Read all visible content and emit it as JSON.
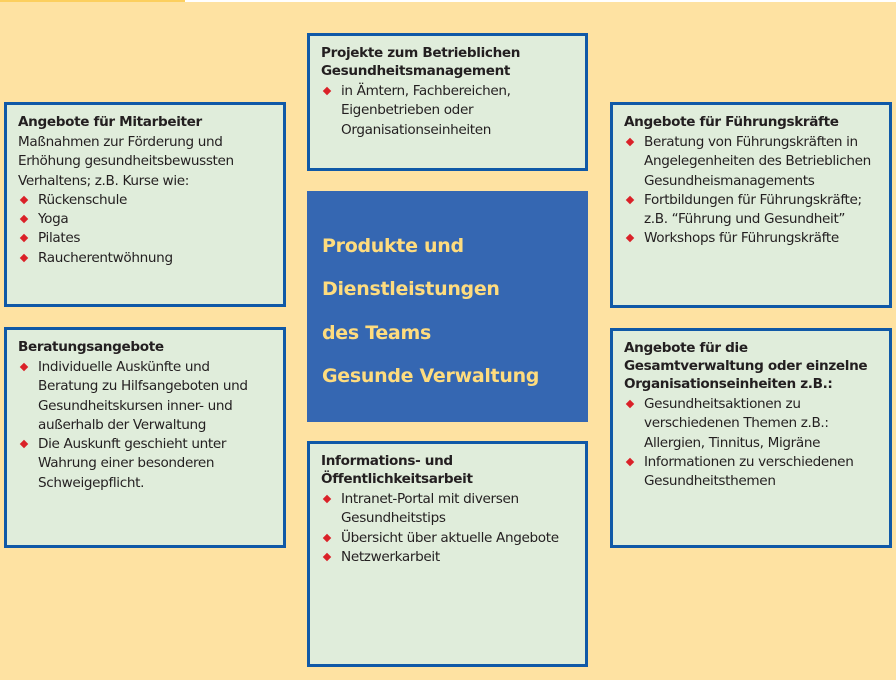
{
  "colors": {
    "background": "#FEE2A2",
    "box_fill": "#E0EDDB",
    "box_border": "#1059A7",
    "center_fill": "#3567B2",
    "center_text": "#FEDC7E",
    "bullet": "#DA2128"
  },
  "center": {
    "lines": [
      "Produkte und",
      "Dienstleistungen",
      "des Teams",
      "Gesunde Verwaltung"
    ]
  },
  "boxes": {
    "mitarbeiter": {
      "title": "Angebote für Mitarbeiter",
      "intro": [
        "Maßnahmen zur Förderung und",
        "Erhöhung gesundheitsbewussten",
        "Verhaltens; z.B. Kurse wie:"
      ],
      "items": [
        "Rückenschule",
        "Yoga",
        "Pilates",
        "Raucherentwöhnung"
      ]
    },
    "beratung": {
      "title": "Beratungsangebote",
      "items": [
        "Individuelle Auskünfte und Beratung zu Hilfsangeboten und Gesundheitskursen inner- und außerhalb der Verwaltung",
        "Die Auskunft geschieht unter Wahrung einer besonderen Schweigepflicht."
      ]
    },
    "projekte": {
      "title": "Projekte zum Betrieblichen Gesundheitsmanagement",
      "items": [
        "in Ämtern, Fachbereichen, Eigenbetrieben oder Organisationseinheiten"
      ]
    },
    "information": {
      "title": "Informations- und Öffentlichkeitsarbeit",
      "items": [
        "Intranet-Portal mit diversen Gesundheitstips",
        "Übersicht über aktuelle Angebote",
        "Netzwerkarbeit"
      ]
    },
    "fuehrung": {
      "title": "Angebote für Führungskräfte",
      "items": [
        "Beratung von Führungskräften in Angelegenheiten des Betrieblichen Gesundheismanagements",
        "Fortbildungen für Führungskräfte; z.B. “Führung und Gesundheit”",
        "Workshops für Führungskräfte"
      ]
    },
    "gesamt": {
      "title": "Angebote für die Gesamtverwaltung oder einzelne Organisationseinheiten z.B.:",
      "items": [
        "Gesundheitsaktionen zu verschiedenen Themen z.B.: Allergien, Tinnitus, Migräne",
        "Informationen zu verschiedenen Gesundheitsthemen"
      ]
    }
  }
}
